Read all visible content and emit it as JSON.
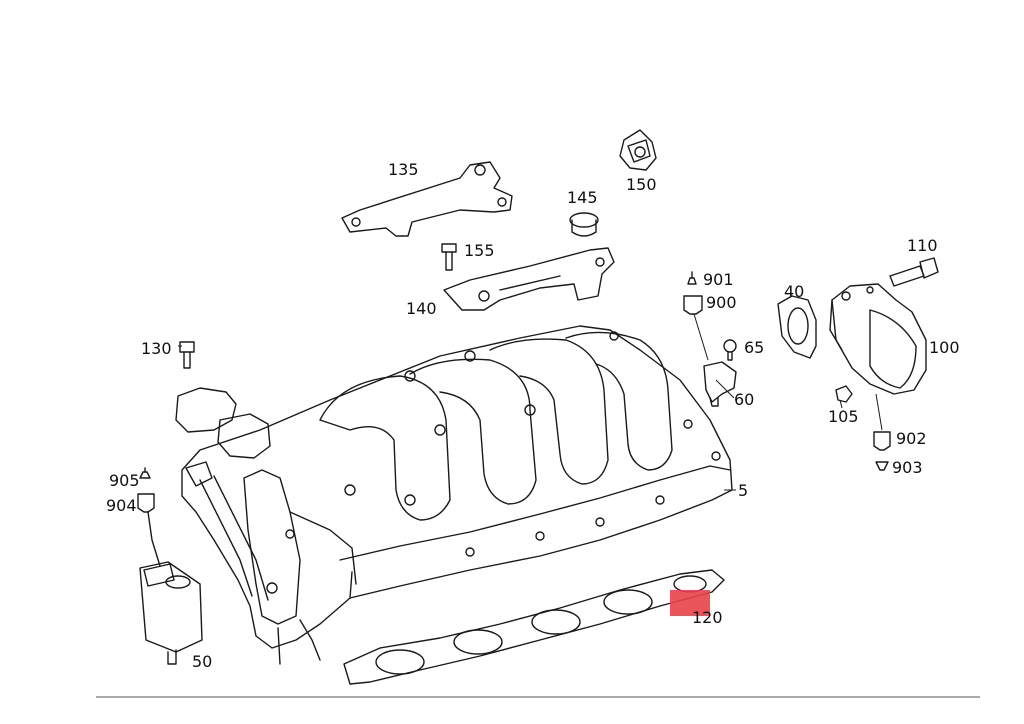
{
  "diagram": {
    "callouts": {
      "c150": "150",
      "c135": "135",
      "c145": "145",
      "c155": "155",
      "c140": "140",
      "c110": "110",
      "c901": "901",
      "c900": "900",
      "c40": "40",
      "c100": "100",
      "c130": "130",
      "c65": "65",
      "c60": "60",
      "c105": "105",
      "c902": "902",
      "c903": "903",
      "c905": "905",
      "c904": "904",
      "c5": "5",
      "c120": "120",
      "c50": "50"
    },
    "highlight_color": "#e8424a"
  }
}
